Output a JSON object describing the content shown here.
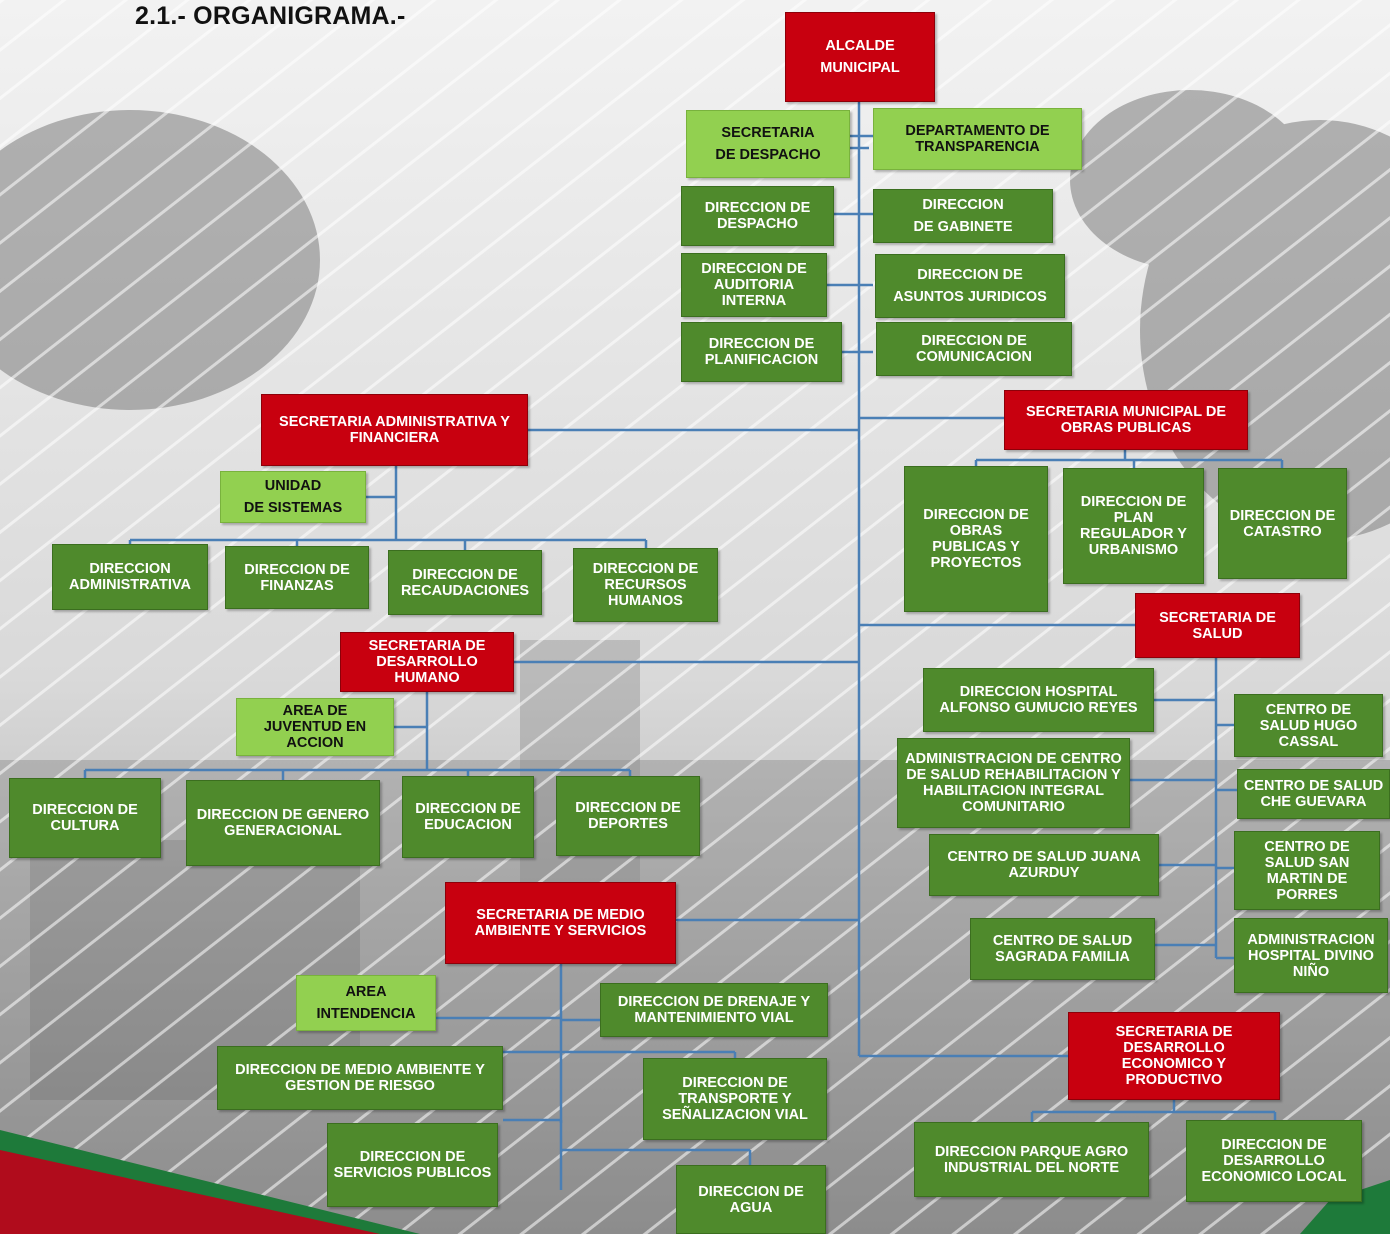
{
  "title": "2.1.- ORGANIGRAMA.-",
  "colors": {
    "secretariat": "#c8000f",
    "unit": "#92d050",
    "direction": "#4f8a2c",
    "connector": "#4a7fb5"
  },
  "nodes": {
    "alcalde": "ALCALDE\nMUNICIPAL",
    "secretaria_despacho": "SECRETARIA\nDE DESPACHO",
    "depto_transparencia": "DEPARTAMENTO DE\nTRANSPARENCIA",
    "dir_despacho": "DIRECCION DE\nDESPACHO",
    "dir_gabinete": "DIRECCION\nDE GABINETE",
    "dir_auditoria": "DIRECCION DE\nAUDITORIA\nINTERNA",
    "dir_juridicos": "DIRECCION DE\nASUNTOS JURIDICOS",
    "dir_planificacion": "DIRECCION DE\nPLANIFICACION",
    "dir_comunicacion": "DIRECCION DE\nCOMUNICACION",
    "sec_admin": "SECRETARIA ADMINISTRATIVA  Y\nFINANCIERA",
    "unidad_sistemas": "UNIDAD\nDE SISTEMAS",
    "dir_administrativa": "DIRECCION\nADMINISTRATIVA",
    "dir_finanzas": "DIRECCION DE\nFINANZAS",
    "dir_recaudaciones": "DIRECCION DE\nRECAUDACIONES",
    "dir_rrhh": "DIRECCION DE\nRECURSOS\nHUMANOS",
    "sec_obras": "SECRETARIA MUNICIPAL DE\nOBRAS PUBLICAS",
    "dir_obras": "DIRECCION DE\nOBRAS\nPUBLICAS Y\nPROYECTOS",
    "dir_plan_regulador": "DIRECCION DE\nPLAN\nREGULADOR Y\nURBANISMO",
    "dir_catastro": "DIRECCION DE\nCATASTRO",
    "sec_salud": "SECRETARIA DE\nSALUD",
    "dir_hospital": "DIRECCION HOSPITAL\nALFONSO GUMUCIO REYES",
    "admin_centro_rehab": "ADMINISTRACION DE CENTRO\nDE SALUD REHABILITACION Y\nHABILITACION INTEGRAL\nCOMUNITARIO",
    "cs_juana": "CENTRO DE SALUD JUANA\nAZURDUY",
    "cs_sagrada": "CENTRO DE SALUD\nSAGRADA FAMILIA",
    "cs_hugo": "CENTRO DE\nSALUD HUGO\nCASSAL",
    "cs_che": "CENTRO DE SALUD\nCHE GUEVARA",
    "cs_san_martin": "CENTRO DE\nSALUD SAN\nMARTIN DE\nPORRES",
    "admin_hospital_divino": "ADMINISTRACION\nHOSPITAL DIVINO\nNIÑO",
    "sec_desarrollo_humano": "SECRETARIA DE\nDESARROLLO\nHUMANO",
    "area_juventud": "AREA DE\nJUVENTUD EN\nACCION",
    "dir_cultura": "DIRECCION DE\nCULTURA",
    "dir_genero": "DIRECCION DE GENERO\nGENERACIONAL",
    "dir_educacion": "DIRECCION DE\nEDUCACION",
    "dir_deportes": "DIRECCION DE\nDEPORTES",
    "sec_medio_ambiente": "SECRETARIA DE MEDIO\nAMBIENTE Y SERVICIOS",
    "area_intendencia": "AREA\nINTENDENCIA",
    "dir_drenaje": "DIRECCION DE DRENAJE Y\nMANTENIMIENTO VIAL",
    "dir_medio_ambiente": "DIRECCION DE MEDIO AMBIENTE Y\nGESTION DE RIESGO",
    "dir_transporte": "DIRECCION DE\nTRANSPORTE Y\nSEÑALIZACION VIAL",
    "dir_servicios": "DIRECCION DE\nSERVICIOS PUBLICOS",
    "dir_agua": "DIRECCION DE\nAGUA",
    "sec_desarrollo_economico": "SECRETARIA DE\nDESARROLLO\nECONOMICO Y\nPRODUCTIVO",
    "dir_parque": "DIRECCION PARQUE AGRO\nINDUSTRIAL DEL NORTE",
    "dir_desarrollo_local": "DIRECCION DE\nDESARROLLO\nECONOMICO LOCAL"
  }
}
